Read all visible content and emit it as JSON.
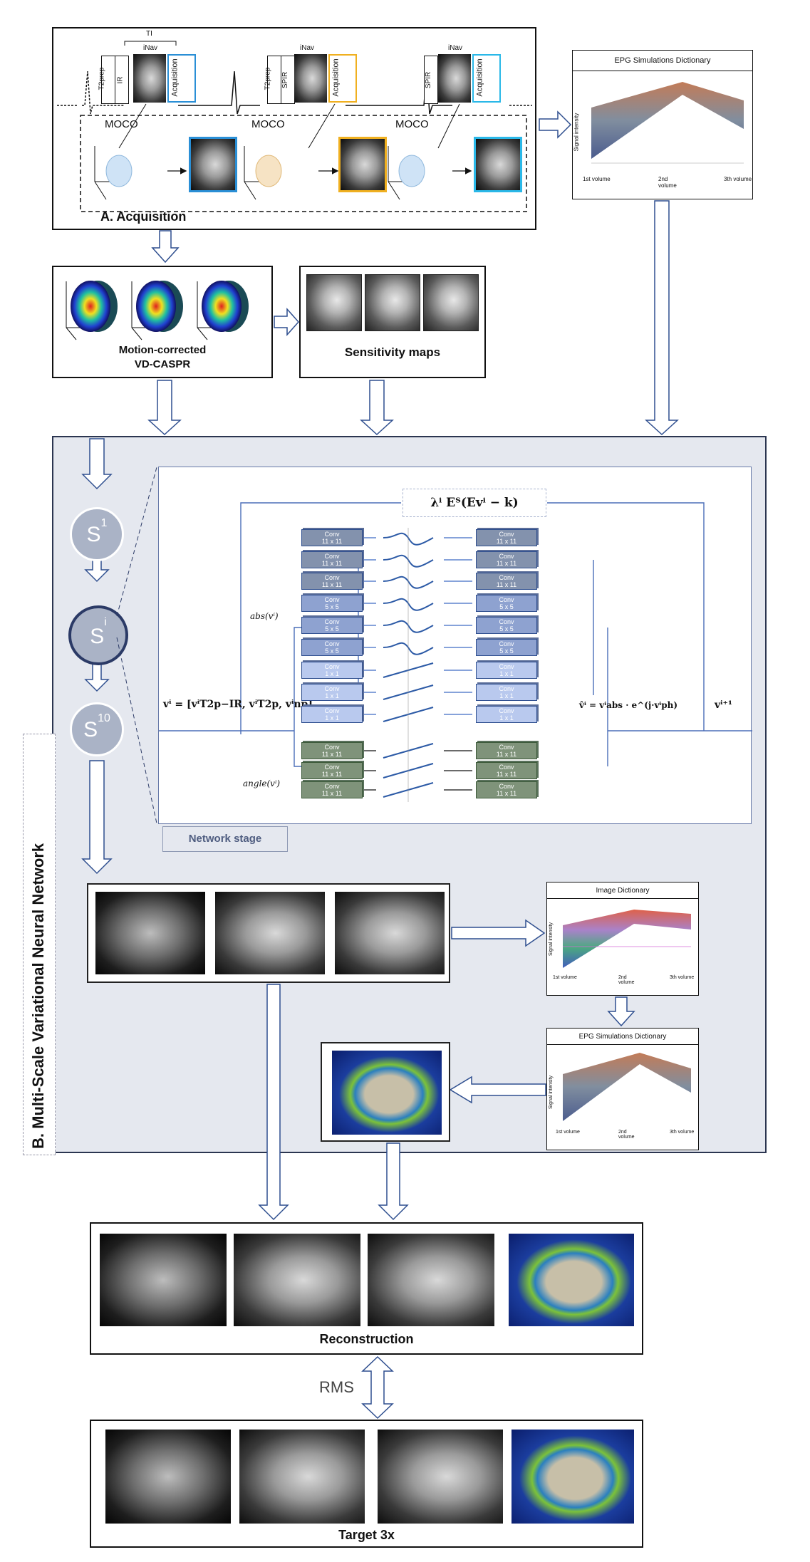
{
  "acquisition": {
    "title": "A. Acquisition",
    "ti_label": "TI",
    "inav_labels": [
      "iNav",
      "iNav",
      "iNav"
    ],
    "blocks": [
      {
        "preps": [
          "T2prep",
          "IR"
        ],
        "acq": "Acquisition"
      },
      {
        "preps": [
          "T2prep",
          "SPIR"
        ],
        "acq": "Acquisition"
      },
      {
        "preps": [
          "SPIR"
        ],
        "acq": "Acquisition"
      }
    ],
    "moco_labels": [
      "MOCO",
      "MOCO",
      "MOCO"
    ],
    "accent_colors": [
      "#2a8fd6",
      "#f0b020",
      "#2ab8e8"
    ]
  },
  "epg_dictionary_top": {
    "title": "EPG Simulations Dictionary",
    "ylabel": "Signal intensity",
    "xticks": [
      "1st volume",
      "2nd volume",
      "3th volume"
    ]
  },
  "vd_caspr": {
    "title_line1": "Motion-corrected",
    "title_line2": "VD-CASPR"
  },
  "sensitivity": {
    "title": "Sensitivity maps"
  },
  "network": {
    "side_title": "B. Multi-Scale  Variational Neural Network",
    "stages": [
      "S",
      "S",
      "S"
    ],
    "stage_sups": [
      "1",
      "i",
      "10"
    ],
    "stage_label": "Network stage",
    "data_term": "λⁱ Eᵀ(Evⁱ − k)",
    "input_eq": "vⁱ = [vⁱT2p−IR, vⁱT2p, vⁱnp]",
    "abs_label": "abs(vⁱ)",
    "angle_label": "angle(vⁱ)",
    "output_eq": "v̂ⁱ = vⁱabs · e^(j·vⁱph)",
    "next_label": "vⁱ⁺¹",
    "conv_blocks": [
      {
        "name": "Conv",
        "size": "11 x 11",
        "group": "g1"
      },
      {
        "name": "Conv",
        "size": "11 x 11",
        "group": "g1"
      },
      {
        "name": "Conv",
        "size": "11 x 11",
        "group": "g1"
      },
      {
        "name": "Conv",
        "size": "5 x 5",
        "group": "g2"
      },
      {
        "name": "Conv",
        "size": "5 x 5",
        "group": "g2"
      },
      {
        "name": "Conv",
        "size": "5 x 5",
        "group": "g2"
      },
      {
        "name": "Conv",
        "size": "1 x 1",
        "group": "g3"
      },
      {
        "name": "Conv",
        "size": "1 x 1",
        "group": "g3"
      },
      {
        "name": "Conv",
        "size": "1 x 1",
        "group": "g3"
      },
      {
        "name": "Conv",
        "size": "11 x 11",
        "group": "g4"
      },
      {
        "name": "Conv",
        "size": "11 x 11",
        "group": "g4"
      },
      {
        "name": "Conv",
        "size": "11 x 11",
        "group": "g4"
      }
    ],
    "colors": {
      "g1": "#8392ad",
      "g2": "#8ea2d0",
      "g3": "#b9c9ee",
      "g4": "#7f937a",
      "panel": "#e5e8ef",
      "arrow": "#3f6bc4"
    }
  },
  "image_dictionary": {
    "title": "Image Dictionary",
    "ylabel": "Signal intensity",
    "xticks": [
      "1st volume",
      "2nd volume",
      "3th volume"
    ]
  },
  "epg_dictionary_mid": {
    "title": "EPG Simulations Dictionary",
    "ylabel": "Signal intensity",
    "xticks": [
      "1st volume",
      "2nd volume",
      "3th volume"
    ]
  },
  "reconstruction": {
    "title": "Reconstruction"
  },
  "rms": {
    "label": "RMS"
  },
  "target": {
    "title": "Target 3x"
  }
}
